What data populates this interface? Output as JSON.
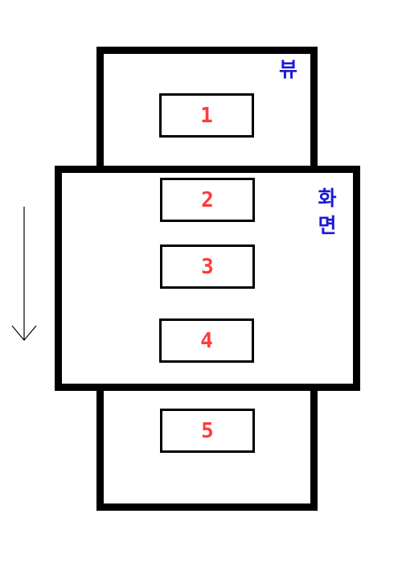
{
  "labels": {
    "view": "뷰",
    "screen": "화면"
  },
  "items": [
    "1",
    "2",
    "3",
    "4",
    "5"
  ],
  "colors": {
    "frame": "#000000",
    "item_text": "#ff3b3b",
    "label_text": "#1a1ad6",
    "background": "#ffffff"
  },
  "icons": {
    "scroll_direction": "arrow-down-icon"
  }
}
